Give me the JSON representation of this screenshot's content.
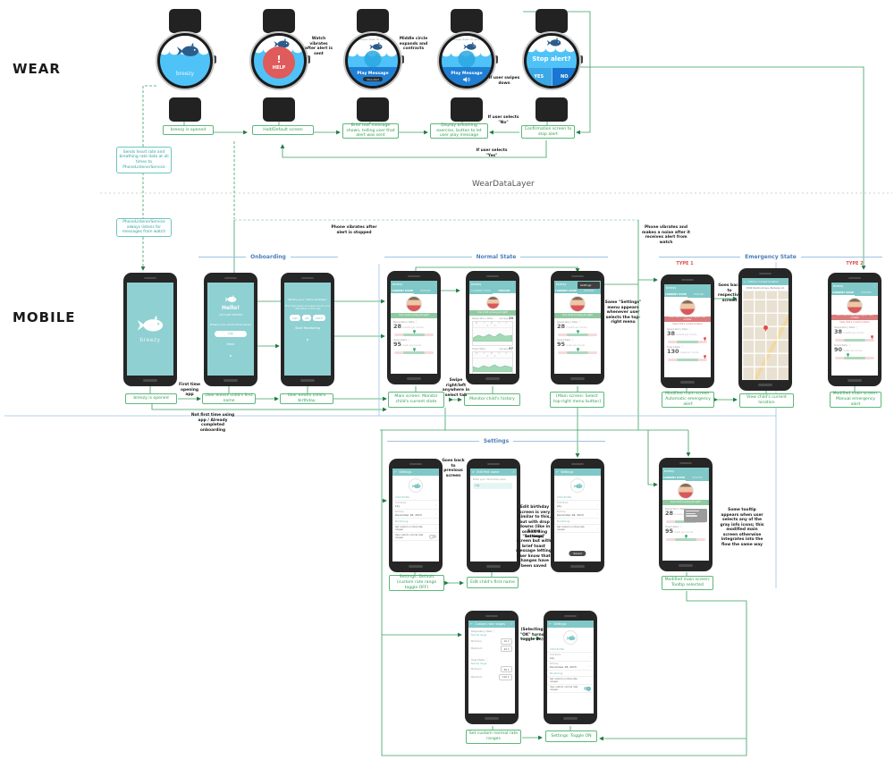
{
  "meta": {
    "wear": "WEAR",
    "mobile": "MOBILE",
    "layer": "WearDataLayer"
  },
  "sections": {
    "onboarding": "Onboarding",
    "normal": "Normal State",
    "emergency": "Emergency State",
    "settings": "Settings",
    "type1": "TYPE 1",
    "type2": "TYPE 2"
  },
  "watches": {
    "splash": {
      "app": "breezy"
    },
    "help": {
      "mark": "!",
      "label": "HELP"
    },
    "play1": {
      "hint": "Swipe down to stop",
      "button": "Play Message",
      "pill": "Stop alert"
    },
    "play2": {
      "hint": "Swipe down to stop",
      "button": "Play Message"
    },
    "stop": {
      "title": "Stop alert?",
      "yes": "YES",
      "no": "NO"
    }
  },
  "wear_flow": {
    "opened": "breezy is opened",
    "halt": "Halt/Default screen",
    "brief": "Brief text message shown, telling user that alert was sent",
    "breathing": "Display breathing exercise, button to let user play message",
    "confirm": "Confirmation screen to stop alert",
    "if_no": "If user selects \"No\"",
    "if_yes": "If user selects \"Yes\"",
    "if_swipe": "If user swipes down",
    "watch_vibrates": "Watch vibrates after alert is sent",
    "middle_circle": "Middle circle expands and contracts",
    "sends_data": "Sends heart rate and breathing rate data at all times to PhoneListenerService",
    "listener": "PhoneListenerService always listens for messages from watch",
    "phone_stop": "Phone vibrates after alert is stopped",
    "phone_alert": "Phone vibrates and makes a noise after it receives alert from watch"
  },
  "common": {
    "app": "breezy",
    "tab_current": "CURRENT STATE",
    "tab_history": "HISTORY",
    "banner_ok": "Your child is doing all right!",
    "banner_alert": "Your child's rates are higher than normal",
    "view_location": "View child's current location",
    "resp": "Respiratory Rate",
    "resp_unit": "breaths per minute",
    "heart": "Heart Rate",
    "heart_unit": "beats per minute",
    "average": "Average",
    "menu": "Settings",
    "days": [
      "M",
      "T",
      "W",
      "T",
      "F",
      "S",
      "S"
    ]
  },
  "screens": {
    "hello": {
      "title": "Hello!",
      "sub": "Let's get started",
      "prompt": "What's your child's first name?",
      "value": "Lily",
      "next": "Next"
    },
    "birthday": {
      "prompt": "What's your child's birthday?",
      "note": "This helps breezy accurately monitor your child based on their age",
      "month": "Dec",
      "day": "28",
      "year": "2015",
      "start": "Start Monitoring"
    },
    "normal": {
      "resp": "28",
      "heart": "95"
    },
    "history": {
      "resp_avg": "29",
      "heart_avg": "97"
    },
    "auto": {
      "resp": "38",
      "heart": "130"
    },
    "manual": {
      "resp": "38",
      "heart": "90"
    },
    "map": {
      "title": "Child's current location",
      "address": "2594 Piedmont Ave, Berkeley CA"
    },
    "settings": {
      "title": "Settings",
      "profile": "Child Profile",
      "fn_label": "First Name",
      "fn": "Lily",
      "bd_label": "Birthday",
      "bd": "December 28, 2015",
      "monitoring": "Monitoring",
      "set_row": "Set custom normal rate ranges",
      "use_row": "Use custom normal rate ranges",
      "toast": "Saved"
    },
    "edit": {
      "title": "Edit first name",
      "prompt": "Enter your child's first name",
      "value": "Lily"
    },
    "custom": {
      "title": "Custom rate ranges",
      "range": "Normal range",
      "min": "Minimum",
      "max": "Maximum",
      "resp_min": "20",
      "resp_max": "40",
      "heart_min": "80",
      "heart_max": "120"
    }
  },
  "flow": {
    "opened": "breezy is opened",
    "name": "User enters child's first name",
    "birthday": "User enters child's birthday",
    "main": "Main screen: Monitor child's current state",
    "history": "Monitor child's history",
    "menu": "[Main screen: Select top-right menu button]",
    "auto": "Modified main screen: Automatic emergency alert",
    "location": "View child's current location",
    "manual": "Modified main screen: Manual emergency alert",
    "settings_off": "Settings: Default (custom rate range toggle OFF)",
    "edit_name": "Edit child's first name",
    "tooltip": "Modified main screen: Tooltip selected",
    "custom": "Set custom normal rate ranges",
    "toggle_on": "Settings: Toggle ON"
  },
  "ann": {
    "first_time": "First time opening app",
    "not_first": "Not first time using app / Already completed onboarding",
    "swipe": "Swipe right/left anywhere in select tab",
    "same_menu": "Same \"Settings\" menu appears whenever user selects the top-right menu",
    "back_respective": "Goes back to respective screen",
    "back_previous": "Goes back to previous screen",
    "edit_birthday": "Edit birthday screen is very similar to this, but with drop downs (like in onboarding screens)",
    "toast": "Same \"Settings\" screen but with brief toast message letting user know that changes have been saved",
    "tooltip": "Some tooltip appears when user selects any of the gray info icons; this modified main screen otherwise integrates into the flow the same way",
    "ok": "(Selecting \"OK\" turns toggle on)"
  },
  "colors": {
    "flow_green": "#2e9e52",
    "note_teal": "#2fa39d",
    "header_blue": "#4a7ebb",
    "alert_red": "#e04f4f",
    "app_teal": "#7fc8c7",
    "screen_teal": "#8fd0d2",
    "watch_blue": "#4fc3f7",
    "band_blue": "#1f7fd4"
  }
}
